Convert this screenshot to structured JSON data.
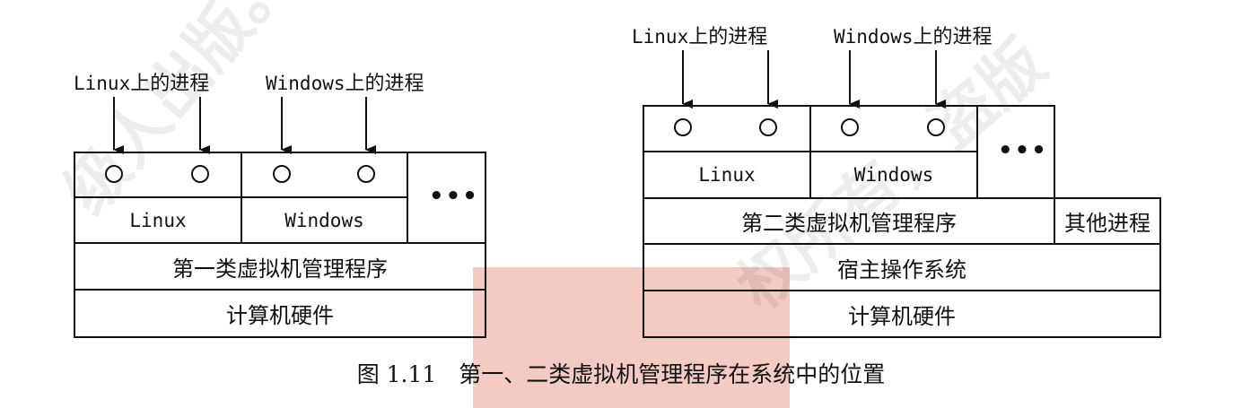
{
  "left_diagram": {
    "top_labels": {
      "linux_prefix": "Linux",
      "linux_suffix": "上的进程",
      "windows_prefix": "Windows",
      "windows_suffix": "上的进程"
    },
    "os_linux": "Linux",
    "os_windows": "Windows",
    "more": "•••",
    "hypervisor": "第一类虚拟机管理程序",
    "hardware": "计算机硬件"
  },
  "right_diagram": {
    "top_labels": {
      "linux_prefix": "Linux",
      "linux_suffix": "上的进程",
      "windows_prefix": "Windows",
      "windows_suffix": "上的进程"
    },
    "os_linux": "Linux",
    "os_windows": "Windows",
    "more": "•••",
    "hypervisor": "第二类虚拟机管理程序",
    "other_processes": "其他进程",
    "host_os": "宿主操作系统",
    "hardware": "计算机硬件"
  },
  "caption": "图 1.11　第一、二类虚拟机管理程序在系统中的位置"
}
